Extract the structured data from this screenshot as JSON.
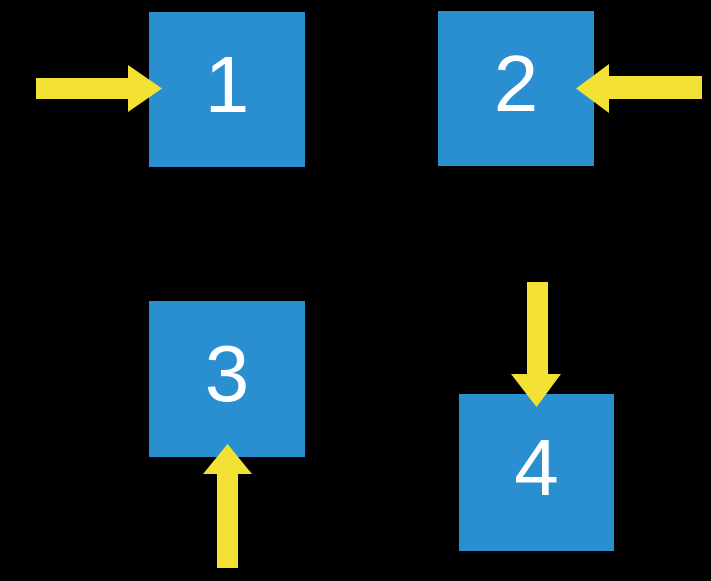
{
  "title": "Four numbered squares with directional arrows",
  "colors": {
    "background": "#000000",
    "square_fill": "#2A8FD0",
    "number_text": "#FFFFFF",
    "arrow_fill": "#F3E233"
  },
  "diagram": {
    "squares": [
      {
        "label": "1",
        "position": "top-left",
        "arrow": {
          "direction": "right",
          "enters_from": "left side"
        }
      },
      {
        "label": "2",
        "position": "top-right",
        "arrow": {
          "direction": "left",
          "enters_from": "right side"
        }
      },
      {
        "label": "3",
        "position": "bottom-left",
        "arrow": {
          "direction": "up",
          "enters_from": "bottom side"
        }
      },
      {
        "label": "4",
        "position": "bottom-right",
        "arrow": {
          "direction": "down",
          "enters_from": "top side"
        }
      }
    ]
  }
}
